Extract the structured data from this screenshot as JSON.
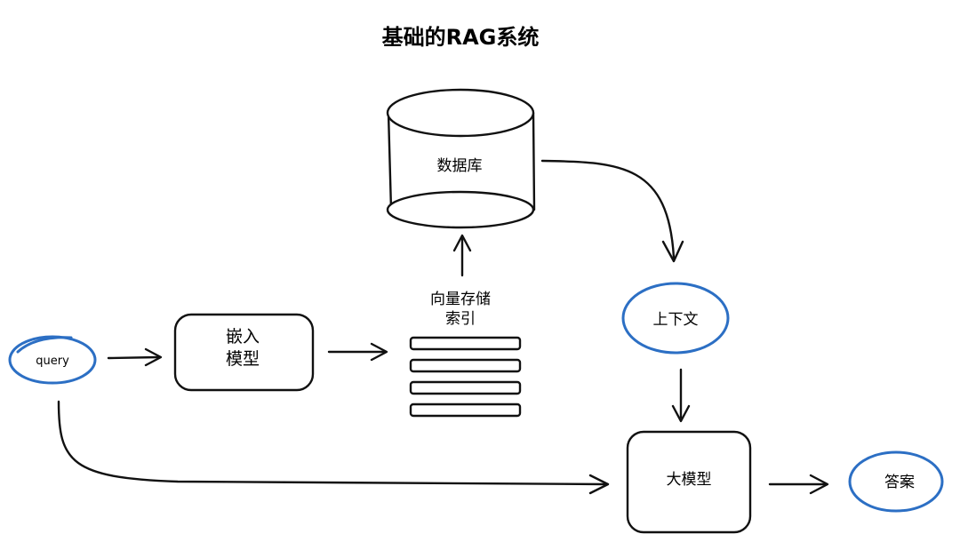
{
  "title": "基础的RAG系统",
  "nodes": {
    "query": "query",
    "embedding_model_line1": "嵌入",
    "embedding_model_line2": "模型",
    "vector_index_line1": "向量存储",
    "vector_index_line2": "索引",
    "database": "数据库",
    "context": "上下文",
    "llm": "大模型",
    "answer": "答案"
  },
  "colors": {
    "ellipse_stroke": "#2c6fc4",
    "line": "#111111",
    "background": "#ffffff"
  }
}
